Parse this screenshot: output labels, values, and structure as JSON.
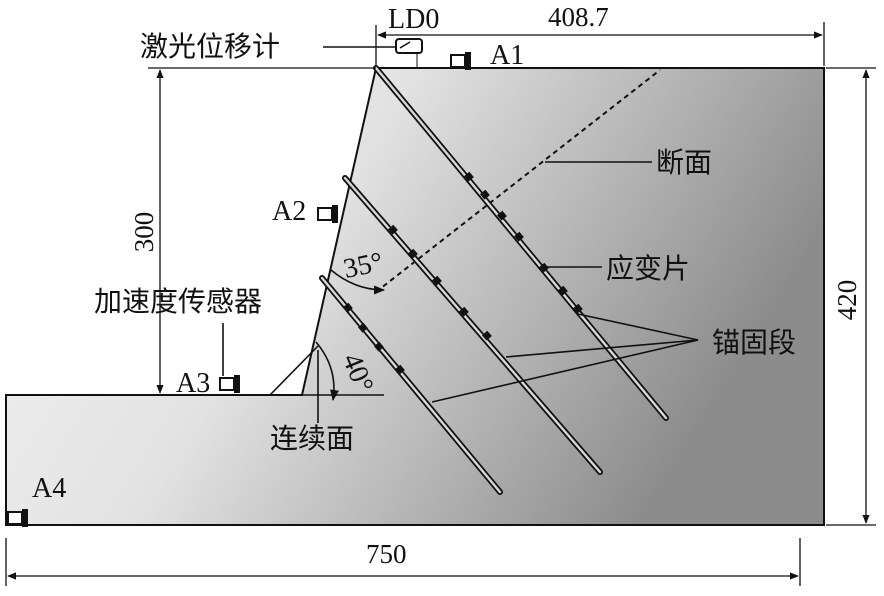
{
  "labels": {
    "laser_displacement": "激光位移计",
    "ld0": "LD0",
    "a1": "A1",
    "a2": "A2",
    "a3": "A3",
    "a4": "A4",
    "accelerometer": "加速度传感器",
    "section": "断面",
    "strain_gauge": "应变片",
    "anchor_segment": "锚固段",
    "continuous_face": "连续面",
    "angle_35": "35°",
    "angle_40": "40°"
  },
  "dimensions": {
    "top_width": "408.7",
    "slope_height": "300",
    "total_height": "420",
    "base_width": "750"
  },
  "colors": {
    "model_light": "#f4f4f4",
    "model_dark": "#8c8c8c",
    "line": "#111111"
  }
}
